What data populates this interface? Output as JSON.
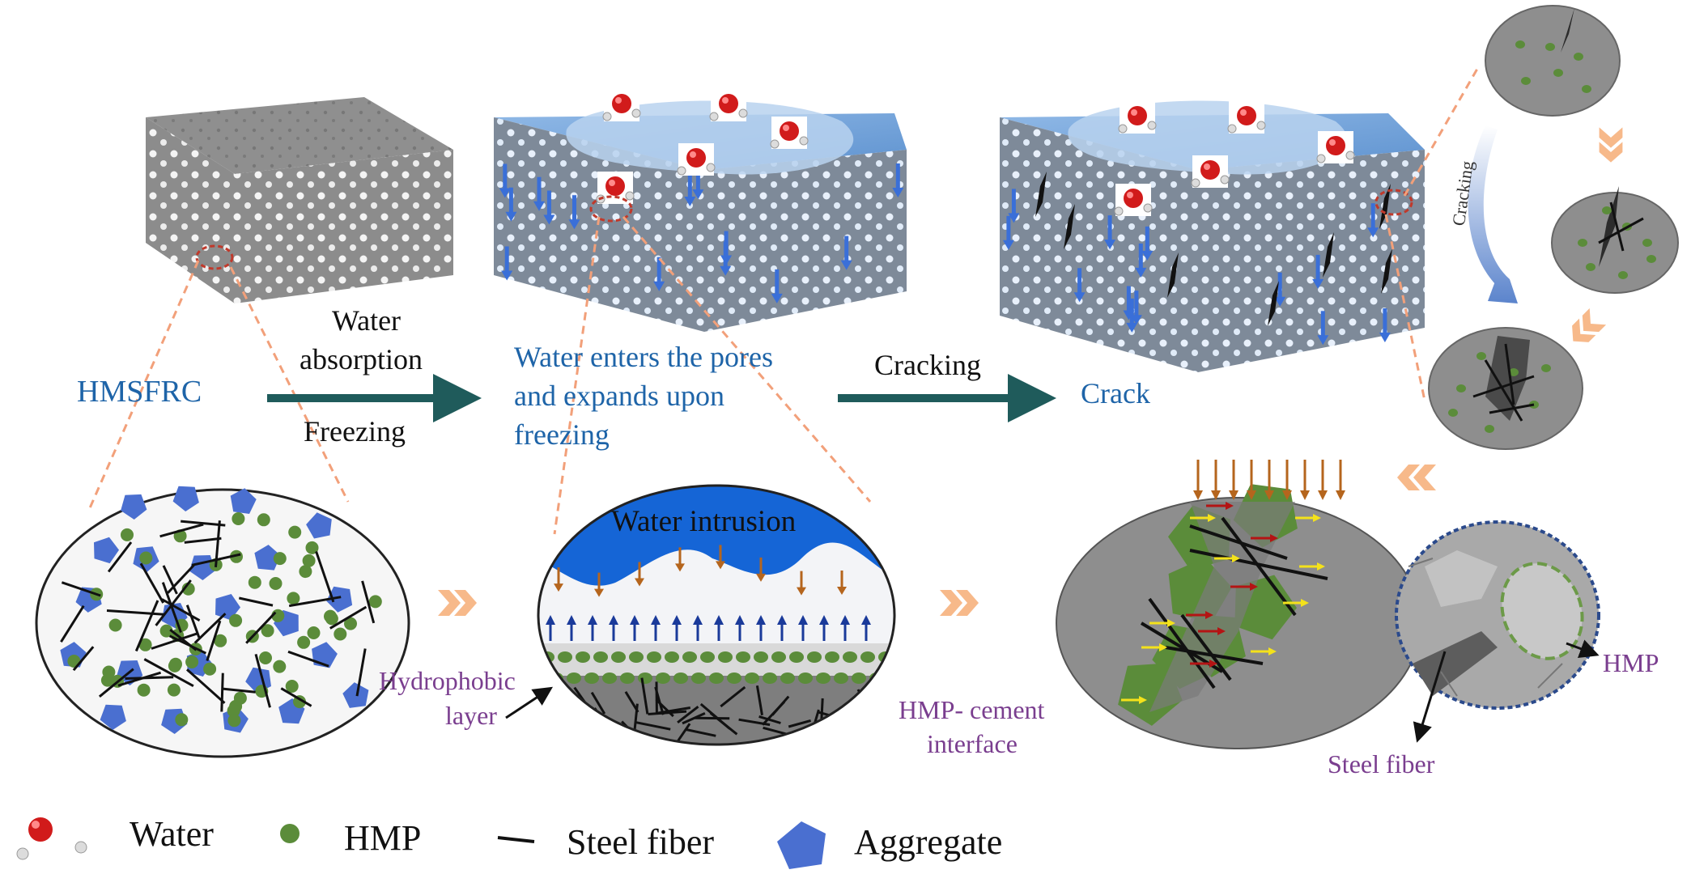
{
  "labels": {
    "hmsfrc": "HMSFRC",
    "water_absorption_line1": "Water",
    "water_absorption_line2": "absorption",
    "freezing": "Freezing",
    "water_enters_line1": "Water enters the pores",
    "water_enters_line2": "and expands upon",
    "water_enters_line3": "freezing",
    "cracking": "Cracking",
    "crack": "Crack",
    "water_intrusion": "Water intrusion",
    "hydrophobic_line1": "Hydrophobic",
    "hydrophobic_line2": "layer",
    "hmp_interface_line1": "HMP- cement",
    "hmp_interface_line2": "interface",
    "hmp_pointer": "HMP",
    "steel_fiber_pointer": "Steel fiber",
    "cracking_arrow_text": "Cracking"
  },
  "legend": [
    {
      "key": "water",
      "label": "Water",
      "icon": "water-molecule-icon"
    },
    {
      "key": "hmp",
      "label": "HMP",
      "icon": "hmp-particle-icon"
    },
    {
      "key": "steel_fiber",
      "label": "Steel fiber",
      "icon": "steel-fiber-icon"
    },
    {
      "key": "aggregate",
      "label": "Aggregate",
      "icon": "aggregate-pentagon-icon"
    }
  ],
  "colors": {
    "concrete": "#8a8a8a",
    "water": "#1a6fd6",
    "hmp": "#5b8c3a",
    "aggregate": "#4a6fd0",
    "arrow_main": "#1f5b5b",
    "dashed_link": "#f2a07a",
    "chevron": "#f7b98a",
    "label_blue": "#1e64a8",
    "label_purple": "#7a3e8f"
  }
}
